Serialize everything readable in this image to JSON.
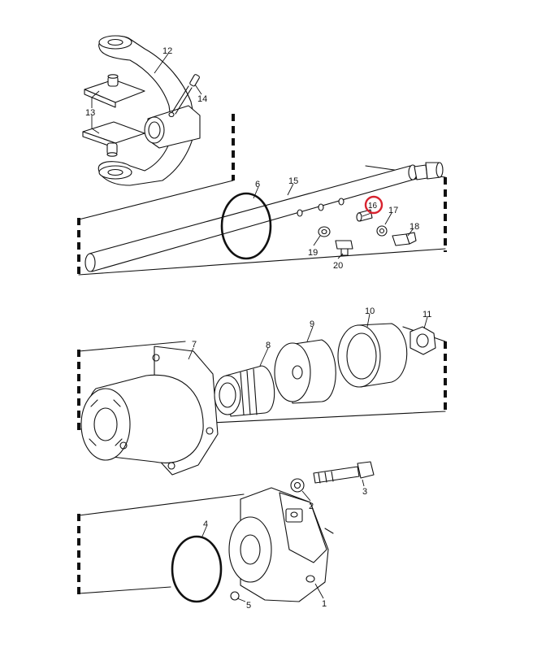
{
  "diagram": {
    "callouts": [
      {
        "id": "1",
        "text": "1"
      },
      {
        "id": "2",
        "text": "2"
      },
      {
        "id": "3",
        "text": "3"
      },
      {
        "id": "4",
        "text": "4"
      },
      {
        "id": "5",
        "text": "5"
      },
      {
        "id": "6",
        "text": "6"
      },
      {
        "id": "7",
        "text": "7"
      },
      {
        "id": "8",
        "text": "8"
      },
      {
        "id": "9",
        "text": "9"
      },
      {
        "id": "10",
        "text": "10"
      },
      {
        "id": "11",
        "text": "11"
      },
      {
        "id": "12",
        "text": "12"
      },
      {
        "id": "13",
        "text": "13"
      },
      {
        "id": "14",
        "text": "14"
      },
      {
        "id": "15",
        "text": "15"
      },
      {
        "id": "16",
        "text": "16"
      },
      {
        "id": "17",
        "text": "17"
      },
      {
        "id": "18",
        "text": "18"
      },
      {
        "id": "19",
        "text": "19"
      },
      {
        "id": "20",
        "text": "20"
      }
    ],
    "highlighted_callout": "16",
    "colors": {
      "line": "#111111",
      "highlight": "#d8232f",
      "background": "#ffffff"
    }
  }
}
